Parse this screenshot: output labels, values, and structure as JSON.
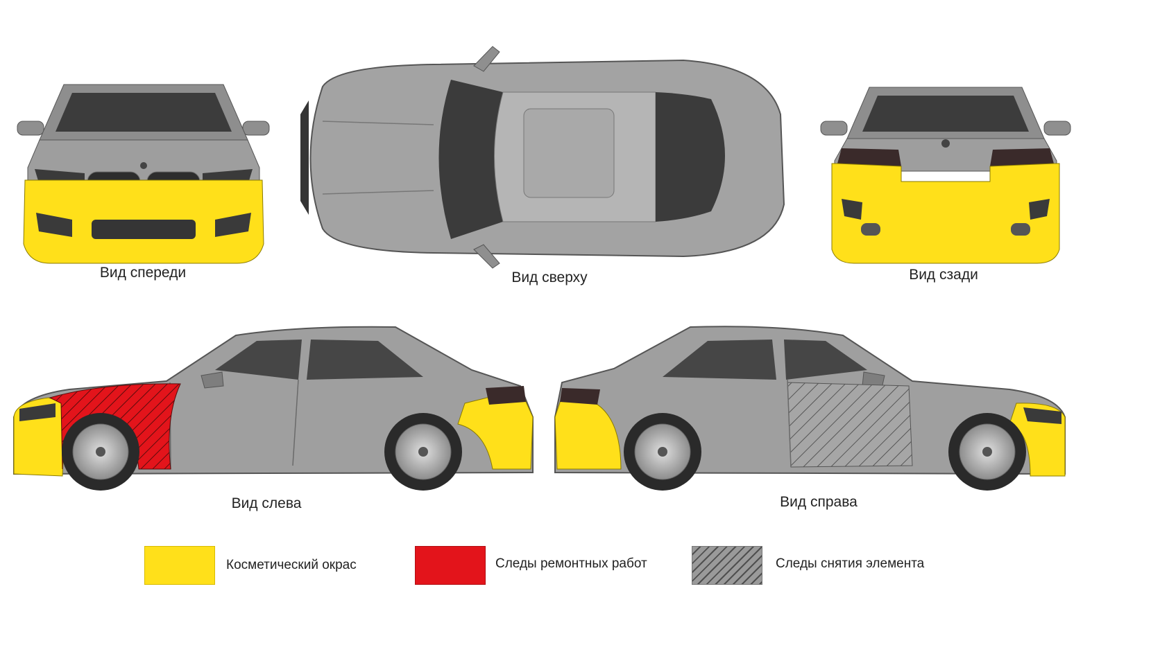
{
  "views": {
    "front": {
      "caption": "Вид спереди"
    },
    "top": {
      "caption": "Вид сверху"
    },
    "rear": {
      "caption": "Вид сзади"
    },
    "left": {
      "caption": "Вид слева"
    },
    "right": {
      "caption": "Вид справа"
    }
  },
  "legend": {
    "items": [
      {
        "label": "Косметический окрас",
        "color": "#FFE01A",
        "pattern": "solid"
      },
      {
        "label": "Следы ремонтных работ",
        "color": "#E3141B",
        "pattern": "solid"
      },
      {
        "label": "Следы снятия элемента",
        "color": "#9A9A9A",
        "pattern": "hatched"
      }
    ]
  },
  "colors": {
    "body": "#9C9C9C",
    "body_light": "#B3B3B3",
    "glass": "#3A3A3A",
    "wheel": "#2A2A2A",
    "rim": "#C9C9C9",
    "cosmetic": "#FFE01A",
    "repair": "#E3141B",
    "removed_hatch": "#5A5A5A"
  }
}
